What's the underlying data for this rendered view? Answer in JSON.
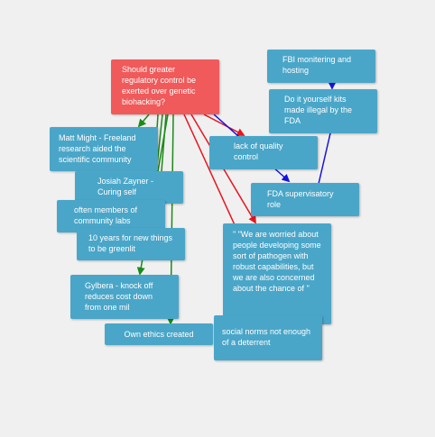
{
  "colors": {
    "background": "#f0f0f0",
    "node": "#4aa6c8",
    "central_node": "#f05a5a",
    "edge_green": "#1a8a1a",
    "edge_red": "#e8141e",
    "edge_blue": "#1414e0"
  },
  "nodes": {
    "central": "Should greater regulatory control be exerted over genetic biohacking?",
    "fbi": "FBI monitering and hosting",
    "diy": "Do it yourself kits made illegal by the FDA",
    "matt": "Matt Might - Freeland research aided the scientific community",
    "quality": "lack of quality control",
    "josiah": "Josiah Zayner - Curing self",
    "fda_role": "FDA supervisatory role",
    "labs": "often members of community labs",
    "worried": "\" \"We are worried about people developing some sort of pathogen with robust capabilities, but we are also concerned about the chance of \"",
    "greenlit": "10 years for new things to be greenlit",
    "gylbera": "Gylbera - knock off reduces cost down from one mil",
    "ethics": "Own ethics created",
    "norms": "social norms not enough of a deterrent"
  }
}
